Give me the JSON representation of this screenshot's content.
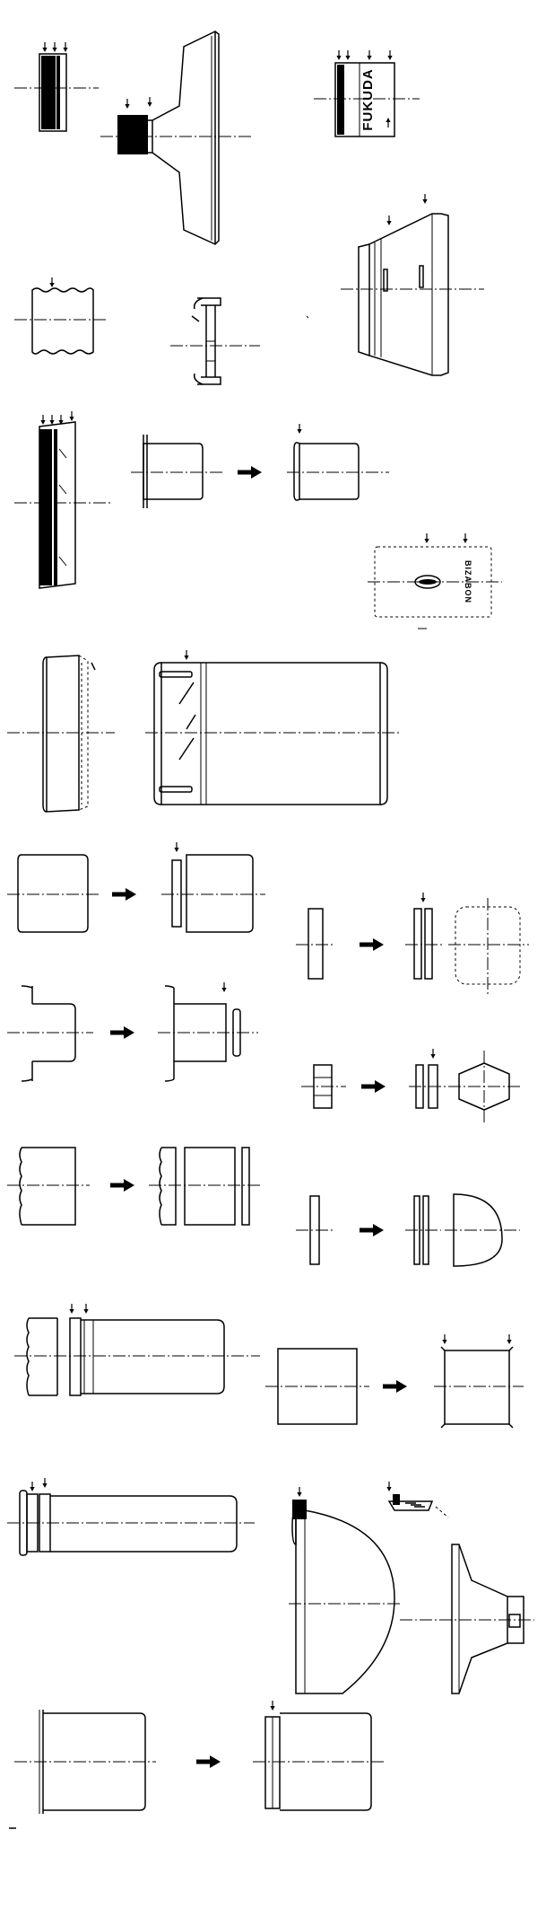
{
  "page": {
    "background": "#ffffff",
    "ink_color": "#000000"
  },
  "labels": {
    "brand_stamp": "FUKUDA",
    "product_print": "BIZABON"
  },
  "diagram": {
    "rows": [
      {
        "name": "row-1",
        "items": [
          "threaded-ring",
          "funnel-threaded-spout",
          "fukuda-sleeve"
        ]
      },
      {
        "name": "row-2",
        "items": [
          "wavy-tube",
          "flanged-eyelet",
          "stepped-cylinder"
        ]
      },
      {
        "name": "row-3",
        "items": [
          "tall-threaded-ring",
          "flange-cup-transform",
          "printed-container"
        ]
      },
      {
        "name": "row-4",
        "items": [
          "short-drum",
          "large-drum"
        ]
      },
      {
        "name": "row-5",
        "items": [
          "cup-transform",
          "disc-to-rounded-square"
        ]
      },
      {
        "name": "row-6",
        "items": [
          "flanged-cup-transform",
          "block-to-hexagon"
        ]
      },
      {
        "name": "row-7",
        "items": [
          "tube-cutting-transform",
          "disc-to-dome"
        ]
      },
      {
        "name": "row-8",
        "items": [
          "grooved-tube",
          "tube-flaring-transform"
        ]
      },
      {
        "name": "row-9",
        "items": [
          "long-grooved-tube",
          "dome-cap",
          "flanged-hub"
        ]
      },
      {
        "name": "row-10",
        "items": [
          "can-flange-transform"
        ]
      }
    ],
    "symbols": [
      "down-arrow-icon",
      "right-arrow-icon",
      "center-axis-line"
    ]
  }
}
